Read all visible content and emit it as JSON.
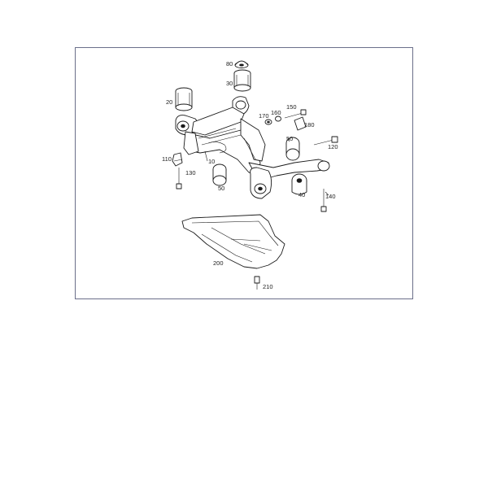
{
  "callouts": {
    "p10": "10",
    "p20": "20",
    "p30": "30",
    "p40": "40",
    "p50a": "50",
    "p50b": "50",
    "p80": "80",
    "p110": "110",
    "p120": "120",
    "p130": "130",
    "p140": "140",
    "p150": "150",
    "p160": "160",
    "p170": "170",
    "p180": "180",
    "p200": "200",
    "p210": "210"
  }
}
